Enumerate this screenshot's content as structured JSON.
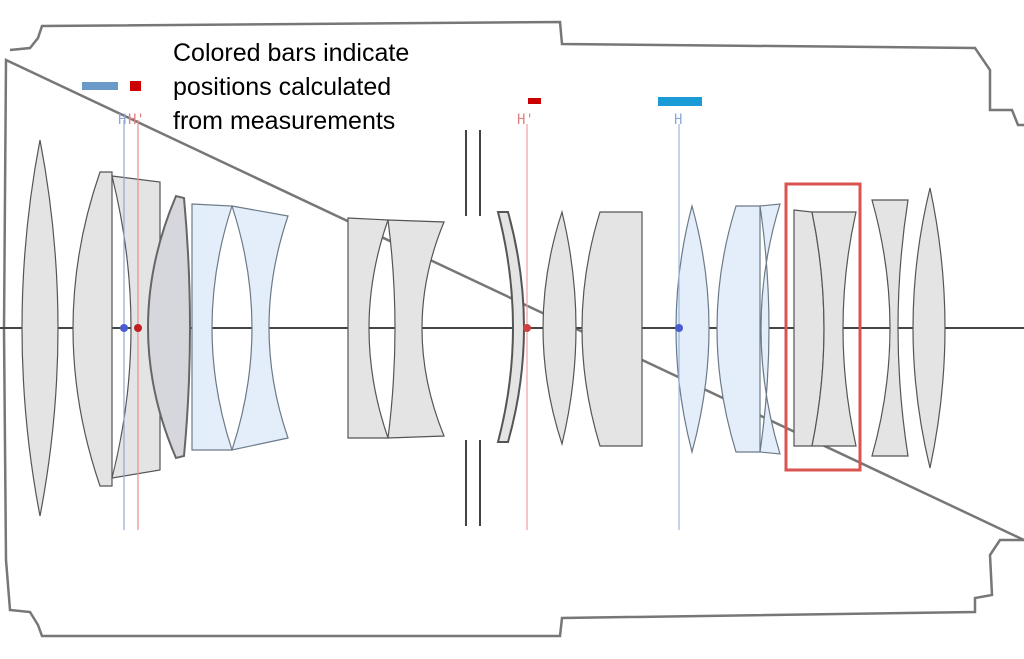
{
  "legend": {
    "lines": [
      "Colored bars indicate",
      "positions calculated",
      "from measurements"
    ]
  },
  "planes": {
    "front_h": "H",
    "front_h_prime": "H'",
    "rear_h_prime": "H'",
    "rear_h": "H"
  },
  "colors": {
    "h_marker": "#6b9ac8",
    "h_prime_marker": "#cc0000",
    "h_measured_bar": "#1a9ad6",
    "highlight_box": "#d9534f",
    "glass_gray": "#e4e4e4",
    "glass_blue": "#e3eefa",
    "outline": "#555555"
  },
  "icons": {
    "legend_h_bar": "blue-bar-icon",
    "legend_h_prime_square": "red-square-icon"
  }
}
